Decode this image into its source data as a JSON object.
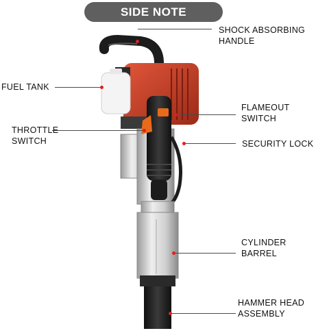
{
  "header": {
    "title": "SIDE NOTE"
  },
  "labels": {
    "shock_absorbing_handle": [
      "SHOCK ABSORBING",
      "HANDLE"
    ],
    "fuel_tank": [
      "FUEL TANK"
    ],
    "flameout_switch": [
      "FLAMEOUT",
      "SWITCH"
    ],
    "throttle_switch": [
      "THROTTLE",
      "SWITCH"
    ],
    "security_lock": [
      "SECURITY LOCK"
    ],
    "cylinder_barrel": [
      "CYLINDER",
      "BARREL"
    ],
    "hammer_head_assembly": [
      "HAMMER HEAD",
      "ASSEMBLY"
    ]
  },
  "colors": {
    "title_bg": "#5f5f5f",
    "engine_red": "#c63a22",
    "marker_dot": "#e02020",
    "handle_black": "#1c1c1c",
    "metal_silver": "#c9c9c9"
  }
}
